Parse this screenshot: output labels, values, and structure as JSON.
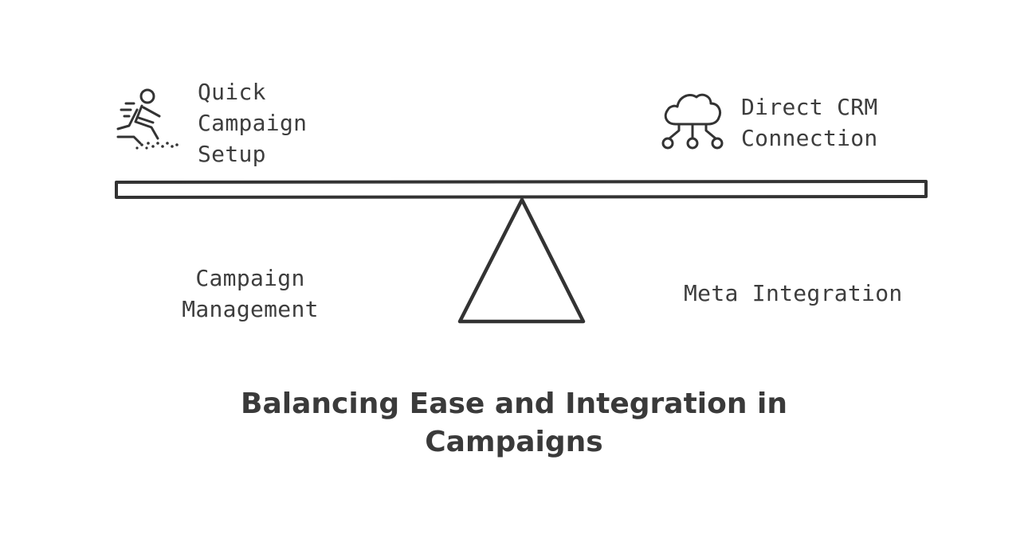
{
  "left_top": {
    "icon": "running-person-icon",
    "lines": [
      "Quick",
      "Campaign",
      "Setup"
    ]
  },
  "right_top": {
    "icon": "cloud-network-icon",
    "lines": [
      "Direct CRM",
      "Connection"
    ]
  },
  "left_bottom": {
    "lines": [
      "Campaign",
      "Management"
    ]
  },
  "right_bottom": {
    "lines": [
      "Meta Integration"
    ]
  },
  "title": {
    "lines": [
      "Balancing Ease and Integration in",
      "Campaigns"
    ]
  },
  "colors": {
    "stroke": "#333333",
    "text": "#3d3d3d",
    "background": "#ffffff"
  }
}
